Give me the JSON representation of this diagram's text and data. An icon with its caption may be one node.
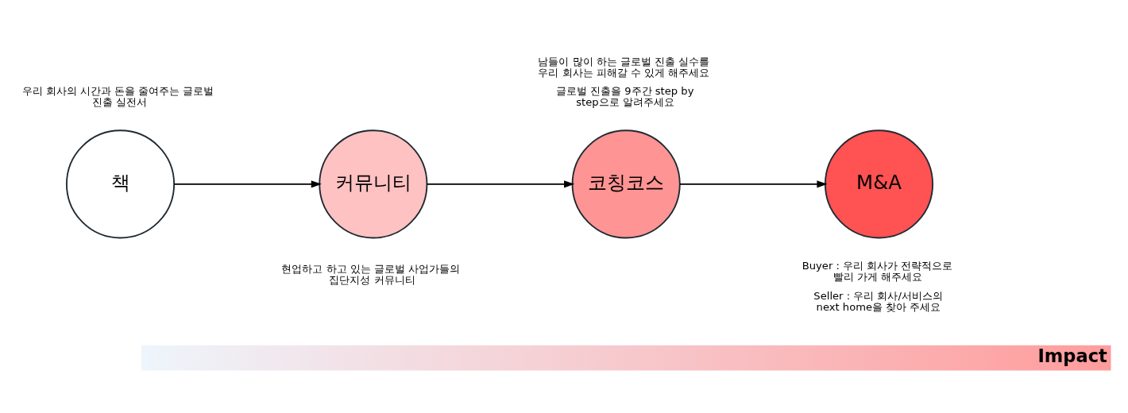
{
  "diagram": {
    "nodes": [
      {
        "text": [
          "책"
        ],
        "beside": [
          "우리 회사의 시간과 돈을 줄여주는 글로벌 진출 실전서"
        ]
      },
      {
        "text": [
          "커뮤니티"
        ],
        "beside": [
          "현업하고 하고 있는 글로벌 사업가들의 집단지성 커뮤니티"
        ]
      },
      {
        "text": [
          "코칭코스"
        ],
        "beside": [
          "남들이 많이 하는 글로벌 진출 실수를 우리 회사는 피해갈 수 있게 해주세요",
          "글로벌 진출을 9주간 step by step으로 알려주세요"
        ]
      },
      {
        "text": [
          "M&A"
        ],
        "beside": [
          "Buyer : 우리 회사가 전략적으로 빨리 가게 해주세요",
          "Seller : 우리 회사/서비스의 next home을 찾아 주세요"
        ]
      }
    ],
    "edges": [
      {
        "from": 0,
        "to": 1,
        "arrow": "to"
      },
      {
        "from": 1,
        "to": 2,
        "arrow": "to"
      },
      {
        "from": 2,
        "to": 3,
        "arrow": "to"
      }
    ],
    "labels": [
      "Impact"
    ]
  }
}
